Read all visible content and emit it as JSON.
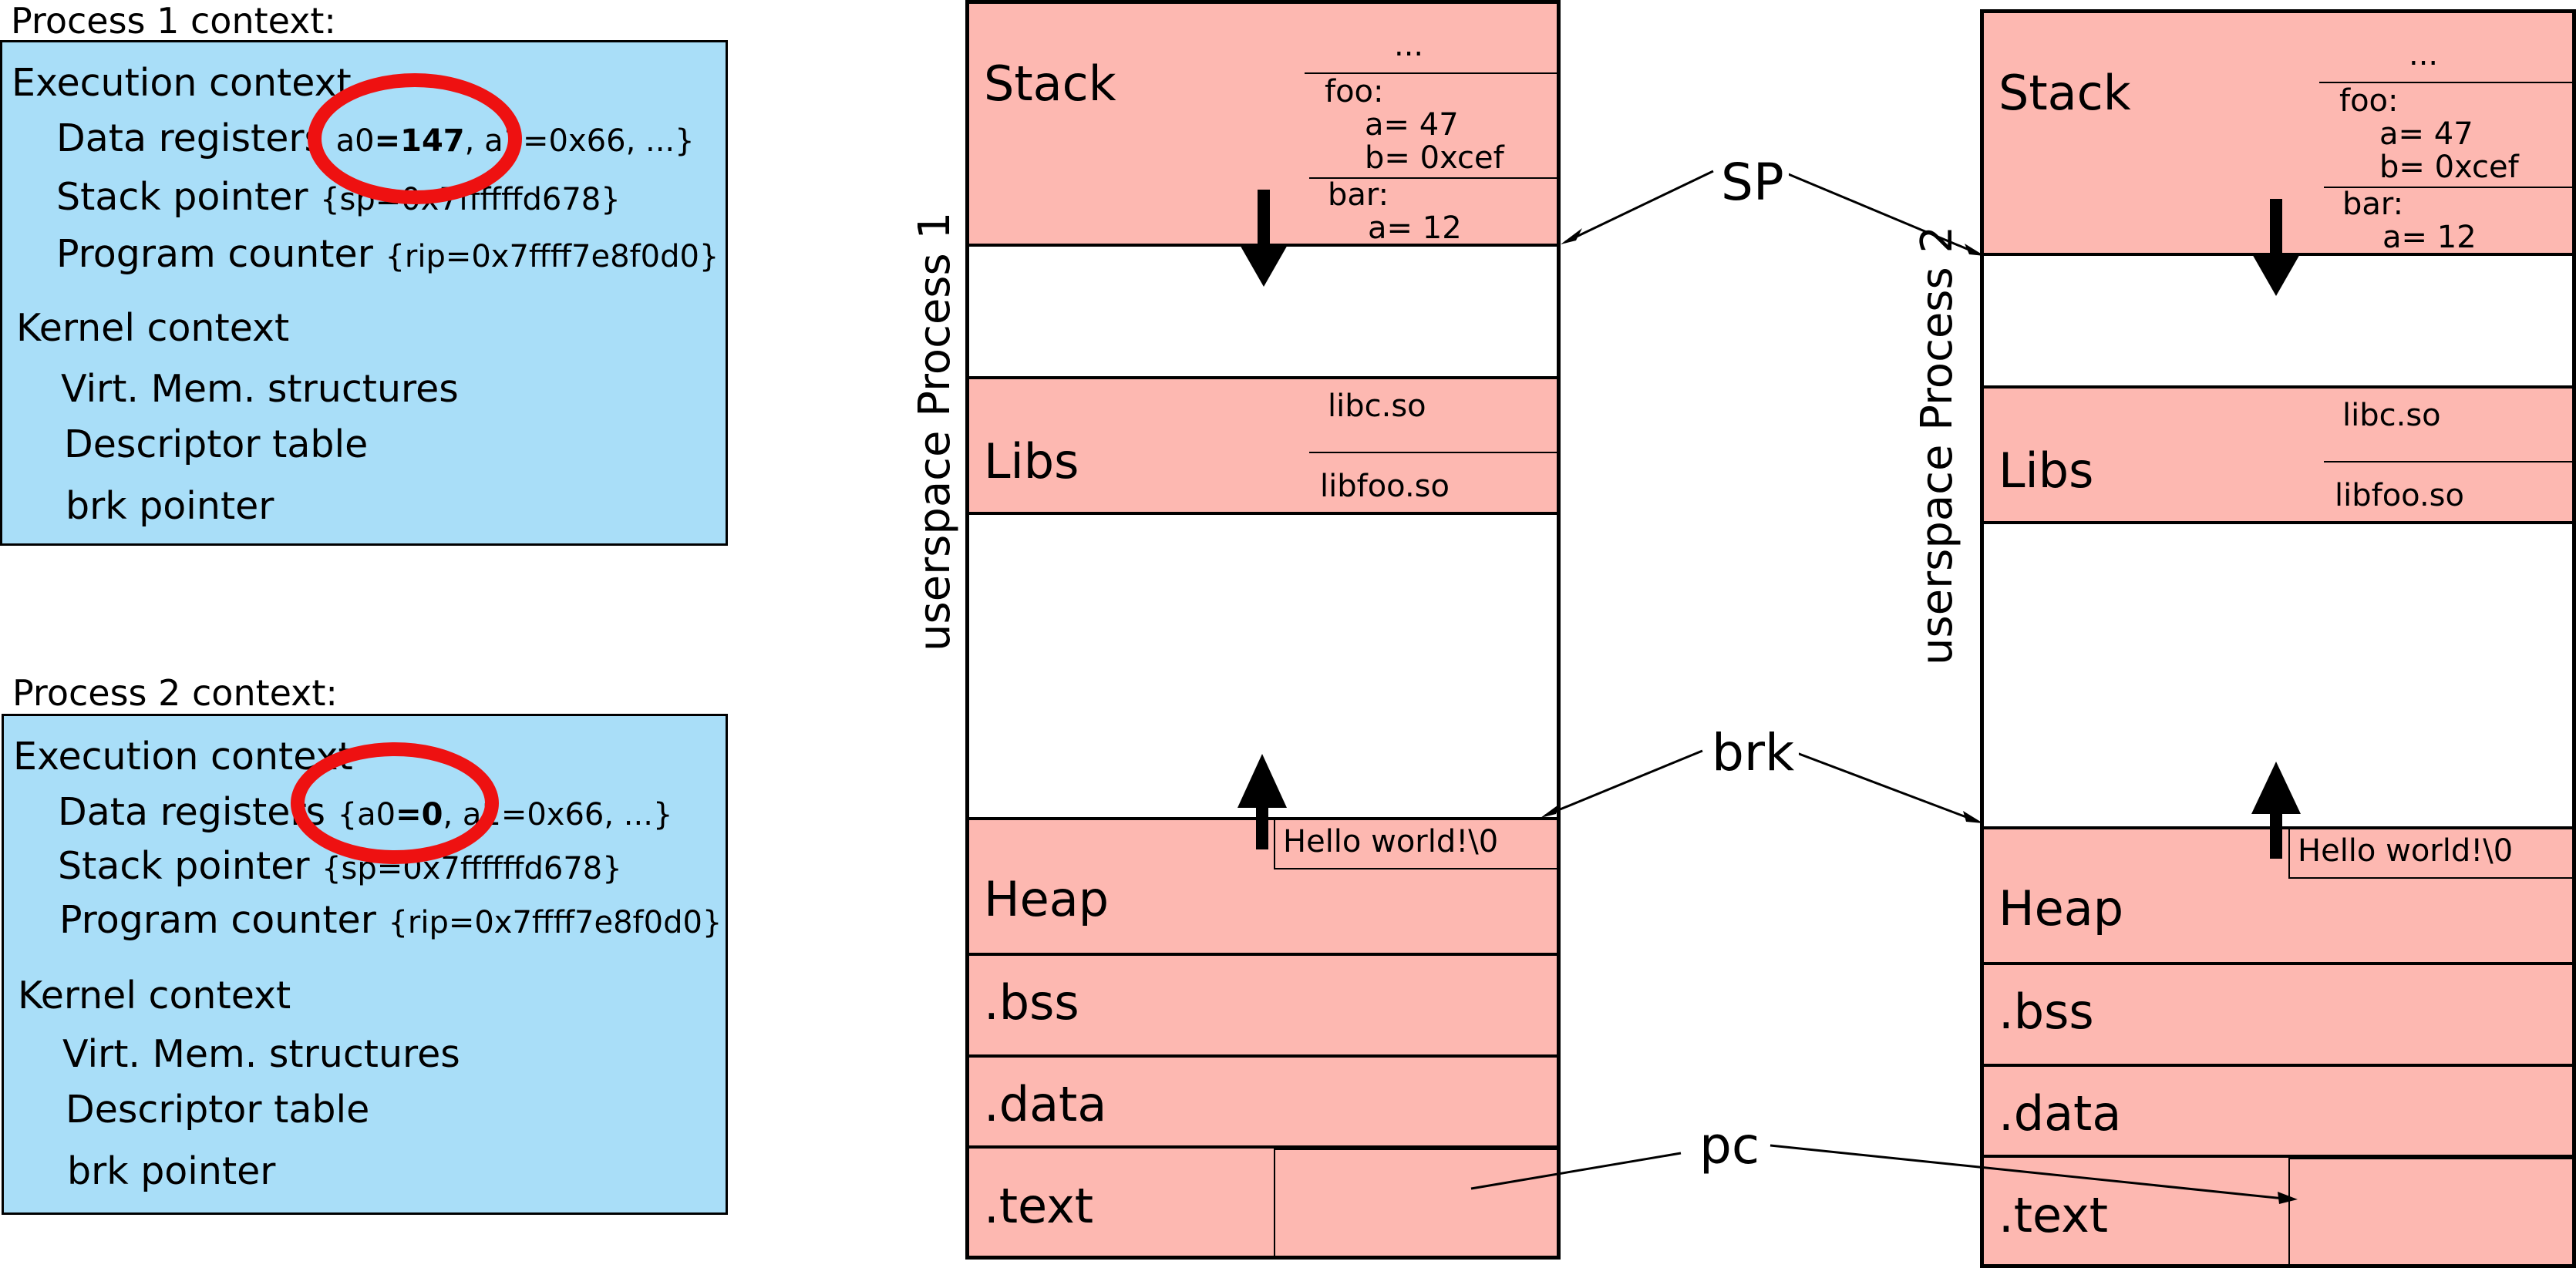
{
  "process1_context": {
    "heading": "Process 1 context:",
    "execution_context": "Execution context",
    "data_registers": "Data registers",
    "data_registers_value": {
      "a0_prefix": "a0",
      "a0_value": "=147",
      "rest": ", a1=0x66, ...}"
    },
    "stack_pointer": "Stack pointer",
    "stack_pointer_value": "{sp=0x7ffffffd678}",
    "program_counter": "Program counter",
    "program_counter_value": "{rip=0x7ffff7e8f0d0}",
    "kernel_context": "Kernel context",
    "virt_mem": "Virt. Mem. structures",
    "descriptor_table": "Descriptor table",
    "brk_pointer": "brk pointer"
  },
  "process2_context": {
    "heading": "Process 2 context:",
    "execution_context": "Execution context",
    "data_registers": "Data registers",
    "data_registers_value": {
      "a0_prefix": "{a0",
      "a0_value": "=0",
      "rest": ", a1=0x66, ...}"
    },
    "stack_pointer": "Stack pointer",
    "stack_pointer_value": "{sp=0x7ffffffd678}",
    "program_counter": "Program counter",
    "program_counter_value": "{rip=0x7ffff7e8f0d0}",
    "kernel_context": "Kernel context",
    "virt_mem": "Virt. Mem. structures",
    "descriptor_table": "Descriptor table",
    "brk_pointer": "brk pointer"
  },
  "memory_process1": {
    "vertical_label": "userspace Process 1",
    "segments": {
      "stack": "Stack",
      "libs": "Libs",
      "heap": "Heap",
      "bss": ".bss",
      "data": ".data",
      "text": ".text"
    },
    "stack_frames": {
      "ellipsis": "...",
      "foo": "foo:",
      "foo_a": "a= 47",
      "foo_b": "b= 0xcef",
      "bar": "bar:",
      "bar_a": "a= 12"
    },
    "libs": {
      "libc": "libc.so",
      "libfoo": "libfoo.so"
    },
    "heap_string": "Hello world!\\0"
  },
  "memory_process2": {
    "vertical_label": "userspace Process 2",
    "segments": {
      "stack": "Stack",
      "libs": "Libs",
      "heap": "Heap",
      "bss": ".bss",
      "data": ".data",
      "text": ".text"
    },
    "stack_frames": {
      "ellipsis": "...",
      "foo": "foo:",
      "foo_a": "a= 47",
      "foo_b": "b= 0xcef",
      "bar": "bar:",
      "bar_a": "a= 12"
    },
    "libs": {
      "libc": "libc.so",
      "libfoo": "libfoo.so"
    },
    "heap_string": "Hello world!\\0"
  },
  "pointer_labels": {
    "sp": "SP",
    "brk": "brk",
    "pc": "pc"
  },
  "colors": {
    "context_box": "#a9def8",
    "segment": "#fdb8b1",
    "highlight": "#ee1111"
  }
}
